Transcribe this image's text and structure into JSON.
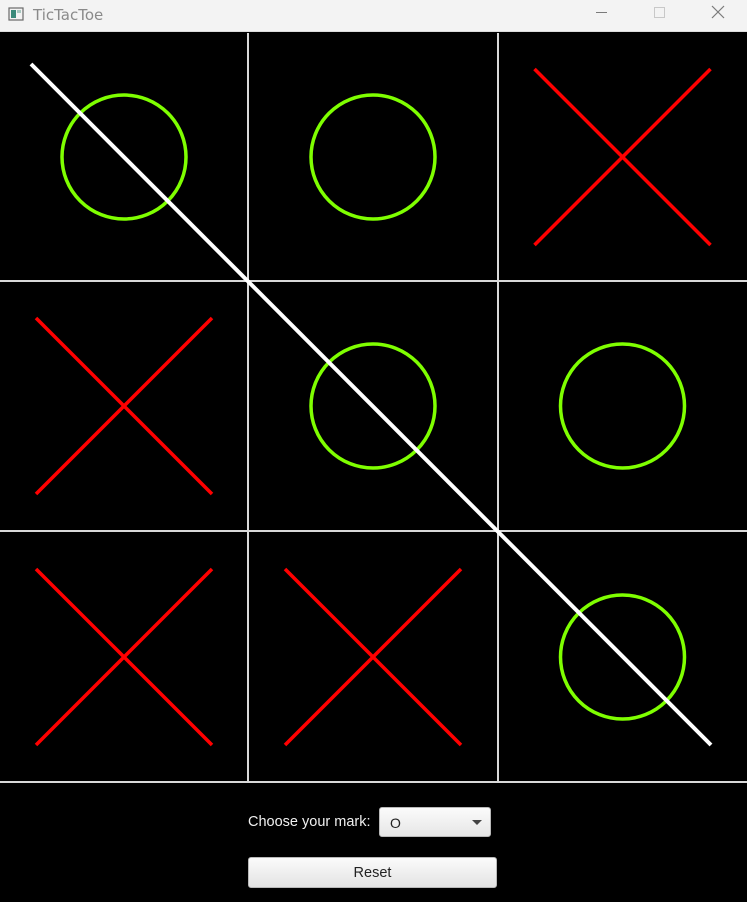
{
  "window": {
    "title": "TicTacToe"
  },
  "board": {
    "cells": [
      "O",
      "O",
      "X",
      "X",
      "O",
      "O",
      "X",
      "X",
      "O"
    ],
    "winning_line": "main-diagonal",
    "colors": {
      "o": "#7fff00",
      "x": "#ff0000",
      "grid": "#d9d9d9",
      "win_line": "#ffffff",
      "background": "#000000"
    }
  },
  "controls": {
    "mark_label": "Choose your mark:",
    "mark_selected": "O",
    "reset_label": "Reset"
  },
  "icons": {
    "app": "app-window-icon",
    "minimize": "minimize-icon",
    "maximize": "maximize-icon",
    "close": "close-icon",
    "dropdown": "chevron-down-icon"
  }
}
